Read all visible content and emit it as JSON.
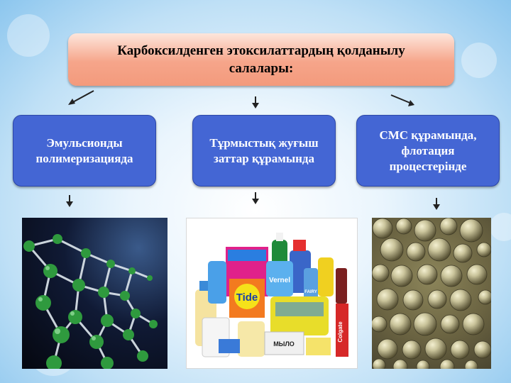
{
  "title": {
    "line1": "Карбоксилденген этоксилаттардың қолданылу",
    "line2": "салалары:"
  },
  "categories": [
    {
      "line1": "Эмульсионды",
      "line2": "полимеризацияда"
    },
    {
      "line1": "Тұрмыстық жуғыш",
      "line2": "заттар құрамында"
    },
    {
      "line1": "СМС құрамында,",
      "line2": "флотация",
      "line3": "процестерінде"
    }
  ],
  "images": [
    {
      "icon": "molecular-lattice-icon",
      "colors": {
        "background": "#0a0f1f",
        "node": "#3aa84a",
        "link": "#dfe8ee"
      }
    },
    {
      "icon": "detergent-products-icon",
      "frame": "#d8d8d8",
      "labels": {
        "tide": "Tide",
        "vernel": "Vernel",
        "colgate": "Colgate",
        "fairy": "FAIRY",
        "mylo": "МЫЛО"
      }
    },
    {
      "icon": "foam-bubbles-icon",
      "colors": {
        "background": "#6b6442",
        "bubble": "#c9c39a"
      }
    }
  ]
}
